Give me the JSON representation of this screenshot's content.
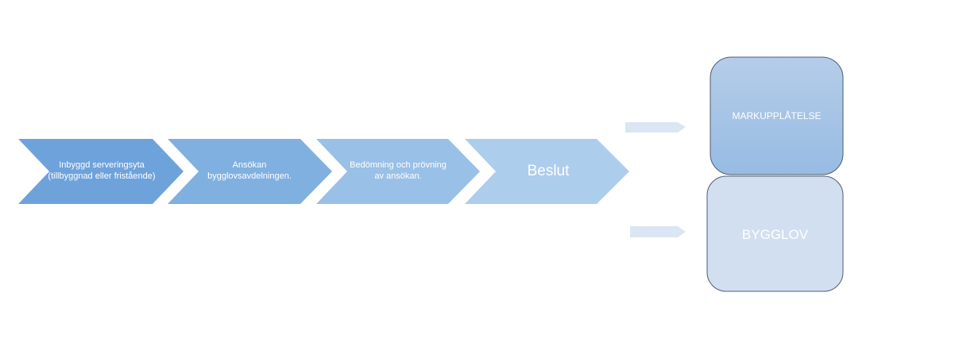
{
  "steps": [
    {
      "label": "Inbyggd serveringsyta (tillbyggnad eller fristående)"
    },
    {
      "label": "Ansökan bygglovsavdelningen."
    },
    {
      "label": "Bedömning  och prövning av ansökan."
    },
    {
      "label": "Beslut"
    }
  ],
  "outcomes": [
    {
      "label": "MARKUPPLÅTELSE"
    },
    {
      "label": "BYGGLOV"
    }
  ],
  "colors": {
    "step1": "#6ea2db",
    "step2": "#7fb0e0",
    "step3": "#99c0e6",
    "step4": "#adcdec",
    "arrow": "#dbe6f4",
    "box1_top": "#b5cde9",
    "box1_bottom": "#97bbe3",
    "box2": "#d1dff1",
    "stroke": "#4f5d70",
    "text": "#ffffff"
  }
}
